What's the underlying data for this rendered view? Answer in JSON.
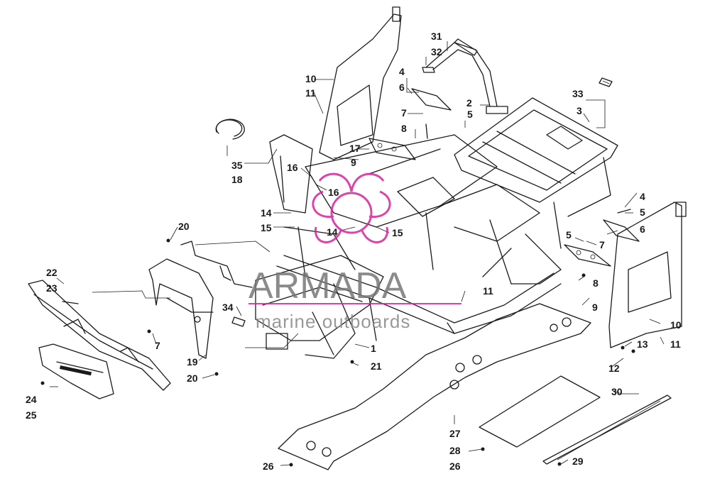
{
  "watermark": {
    "brand": "ARMADA",
    "tagline": "marine outboards",
    "logo_color": "#d6249f"
  },
  "callouts": [
    "1",
    "2",
    "3",
    "4",
    "5",
    "6",
    "7",
    "8",
    "9",
    "10",
    "11",
    "12",
    "13",
    "14",
    "15",
    "16",
    "17",
    "18",
    "19",
    "20",
    "21",
    "22",
    "23",
    "24",
    "25",
    "26",
    "27",
    "28",
    "29",
    "30",
    "31",
    "32",
    "33",
    "34",
    "35"
  ],
  "icons": {
    "logo": "octopus-logo-icon"
  }
}
